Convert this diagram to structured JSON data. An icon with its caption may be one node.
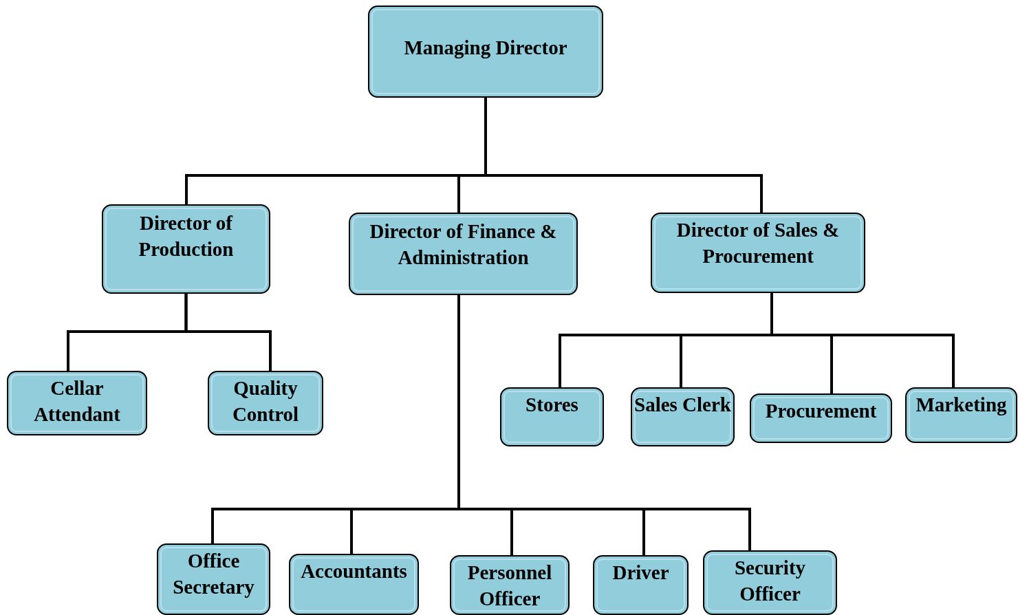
{
  "diagram": {
    "nodes": [
      {
        "text": [
          "Managing Director"
        ]
      },
      {
        "text": [
          "Director of Production"
        ]
      },
      {
        "text": [
          "Director of Finance & Administration"
        ]
      },
      {
        "text": [
          "Director of Sales & Procurement"
        ]
      },
      {
        "text": [
          "Cellar Attendant"
        ]
      },
      {
        "text": [
          "Quality Control"
        ]
      },
      {
        "text": [
          "Stores"
        ]
      },
      {
        "text": [
          "Sales Clerk"
        ]
      },
      {
        "text": [
          "Procurement"
        ]
      },
      {
        "text": [
          "Marketing"
        ]
      },
      {
        "text": [
          "Office Secretary"
        ]
      },
      {
        "text": [
          "Accountants"
        ]
      },
      {
        "text": [
          "Personnel Officer"
        ]
      },
      {
        "text": [
          "Driver"
        ]
      },
      {
        "text": [
          "Security Officer"
        ]
      }
    ],
    "edges": [
      {
        "from": 0,
        "to": 1,
        "arrow": "none"
      },
      {
        "from": 0,
        "to": 2,
        "arrow": "none"
      },
      {
        "from": 0,
        "to": 3,
        "arrow": "none"
      },
      {
        "from": 1,
        "to": 4,
        "arrow": "none"
      },
      {
        "from": 1,
        "to": 5,
        "arrow": "none"
      },
      {
        "from": 3,
        "to": 6,
        "arrow": "none"
      },
      {
        "from": 3,
        "to": 7,
        "arrow": "none"
      },
      {
        "from": 3,
        "to": 8,
        "arrow": "none"
      },
      {
        "from": 3,
        "to": 9,
        "arrow": "none"
      },
      {
        "from": 2,
        "to": 10,
        "arrow": "none"
      },
      {
        "from": 2,
        "to": 11,
        "arrow": "none"
      },
      {
        "from": 2,
        "to": 12,
        "arrow": "none"
      },
      {
        "from": 2,
        "to": 13,
        "arrow": "none"
      },
      {
        "from": 2,
        "to": 14,
        "arrow": "none"
      }
    ]
  }
}
